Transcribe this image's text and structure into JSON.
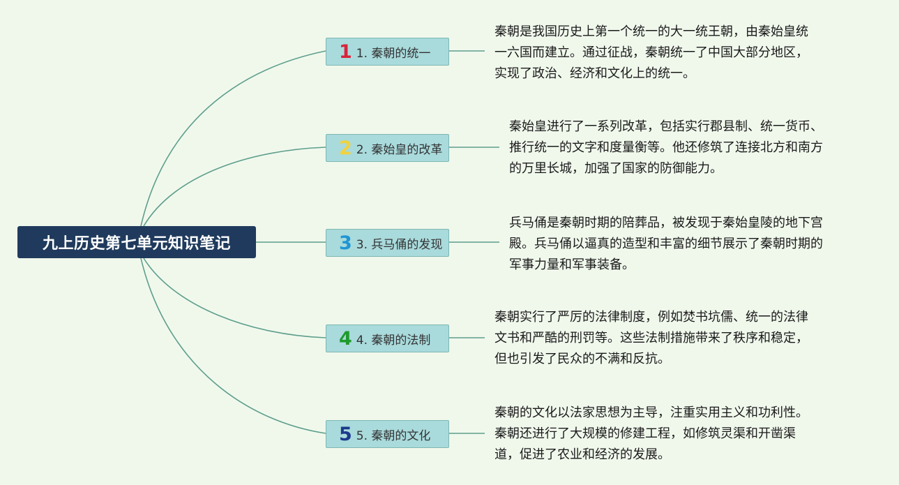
{
  "root": {
    "title": "九上历史第七单元知识笔记"
  },
  "topics": [
    {
      "num": "1",
      "label": "1. 秦朝的统一",
      "color": "#d8243c",
      "note": [
        "秦朝是我国历史上第一个统一的大一统王朝，由秦始皇统",
        "一六国而建立。通过征战，秦朝统一了中国大部分地区，",
        "实现了政治、经济和文化上的统一。"
      ]
    },
    {
      "num": "2",
      "label": "2. 秦始皇的改革",
      "color": "#f2d23c",
      "note": [
        "秦始皇进行了一系列改革，包括实行郡县制、统一货币、",
        "推行统一的文字和度量衡等。他还修筑了连接北方和南方",
        "的万里长城，加强了国家的防御能力。"
      ]
    },
    {
      "num": "3",
      "label": "3. 兵马俑的发现",
      "color": "#2196d3",
      "note": [
        "兵马俑是秦朝时期的陪葬品，被发现于秦始皇陵的地下宫",
        "殿。兵马俑以逼真的造型和丰富的细节展示了秦朝时期的",
        "军事力量和军事装备。"
      ]
    },
    {
      "num": "4",
      "label": "4. 秦朝的法制",
      "color": "#1f9a2c",
      "note": [
        "秦朝实行了严厉的法律制度，例如焚书坑儒、统一的法律",
        "文书和严酷的刑罚等。这些法制措施带来了秩序和稳定，",
        "但也引发了民众的不满和反抗。"
      ]
    },
    {
      "num": "5",
      "label": "5. 秦朝的文化",
      "color": "#1b3a8c",
      "note": [
        "秦朝的文化以法家思想为主导，注重实用主义和功利性。",
        "秦朝还进行了大规模的修建工程，如修筑灵渠和开凿渠",
        "道，促进了农业和经济的发展。"
      ]
    }
  ],
  "colors": {
    "branch": "#5e9e8c",
    "root_bg": "#1f3a5c",
    "topic_bg": "#a9dadc",
    "page_bg": "#f0f8ec"
  }
}
